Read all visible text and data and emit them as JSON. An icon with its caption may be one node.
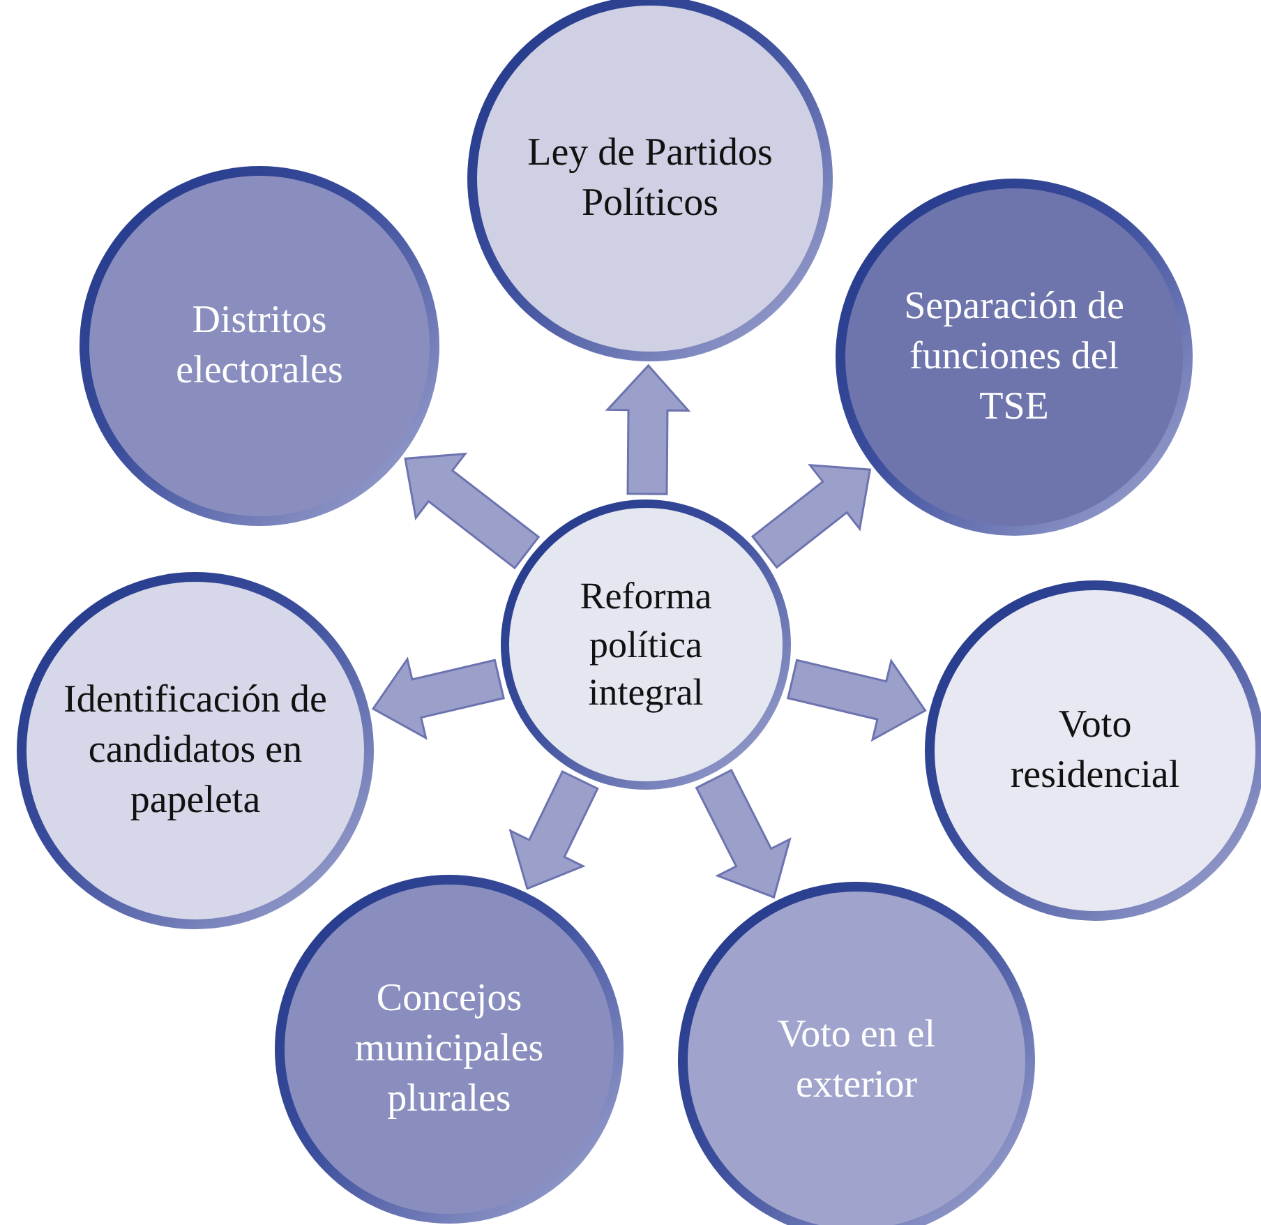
{
  "diagram": {
    "nodes": [
      {
        "text": [
          "Reforma política integral"
        ]
      },
      {
        "text": [
          "Ley de Partidos Políticos"
        ]
      },
      {
        "text": [
          "Distritos electorales"
        ]
      },
      {
        "text": [
          "Separación de funciones del TSE"
        ]
      },
      {
        "text": [
          "Identificación de candidatos en papeleta"
        ]
      },
      {
        "text": [
          "Voto residencial"
        ]
      },
      {
        "text": [
          "Concejos municipales plurales"
        ]
      },
      {
        "text": [
          "Voto en el exterior"
        ]
      }
    ],
    "edges": [
      {
        "from": 0,
        "to": 1,
        "arrow": "to"
      },
      {
        "from": 0,
        "to": 2,
        "arrow": "to"
      },
      {
        "from": 0,
        "to": 3,
        "arrow": "to"
      },
      {
        "from": 0,
        "to": 4,
        "arrow": "to"
      },
      {
        "from": 0,
        "to": 5,
        "arrow": "to"
      },
      {
        "from": 0,
        "to": 6,
        "arrow": "to"
      },
      {
        "from": 0,
        "to": 7,
        "arrow": "to"
      }
    ]
  }
}
